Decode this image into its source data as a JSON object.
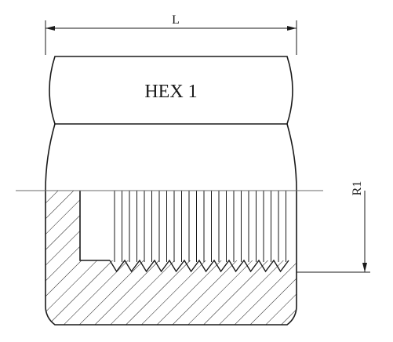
{
  "labels": {
    "length_dimension": "L",
    "hex_label": "HEX 1",
    "thread_dimension": "R1"
  },
  "colors": {
    "line": "#1a1a1a",
    "centerline": "#6a6a6a",
    "background": "#ffffff"
  }
}
